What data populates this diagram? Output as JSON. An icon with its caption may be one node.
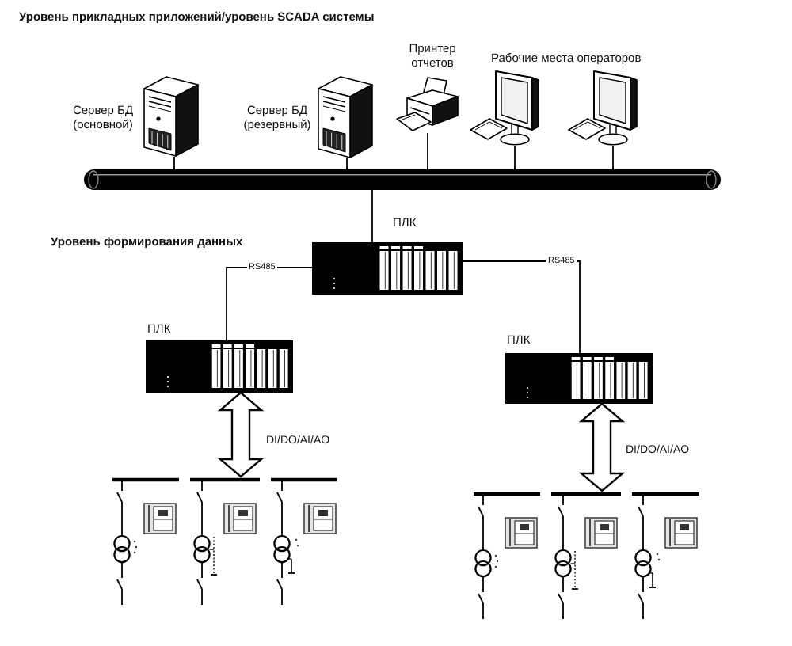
{
  "diagram": {
    "nodes": [
      {
        "text": [],
        "shape": "picture",
        "beside": [
          "Сервер БД (основной)"
        ]
      },
      {
        "text": [],
        "shape": "picture",
        "beside": [
          "Сервер БД (резервный)"
        ]
      },
      {
        "text": [],
        "shape": "picture",
        "beside": [
          "Принтер отчетов"
        ]
      },
      {
        "text": [],
        "shape": "picture"
      },
      {
        "text": [],
        "shape": "picture"
      },
      {
        "text": [],
        "shape": "bar"
      },
      {
        "text": [],
        "shape": "picture",
        "beside": [
          "ПЛК"
        ]
      },
      {
        "text": [],
        "shape": "picture",
        "beside": [
          "ПЛК"
        ]
      },
      {
        "text": [],
        "shape": "picture",
        "beside": [
          "ПЛК"
        ]
      },
      {
        "text": [],
        "shape": "picture"
      },
      {
        "text": [],
        "shape": "picture"
      }
    ],
    "edges": [
      {
        "from": 0,
        "to": 5,
        "arrow": "none"
      },
      {
        "from": 1,
        "to": 5,
        "arrow": "none"
      },
      {
        "from": 2,
        "to": 5,
        "arrow": "none"
      },
      {
        "from": 3,
        "to": 5,
        "arrow": "none"
      },
      {
        "from": 4,
        "to": 5,
        "arrow": "none"
      },
      {
        "from": 5,
        "to": 6,
        "arrow": "none"
      },
      {
        "from": 6,
        "to": 7,
        "arrow": "none",
        "label": "RS485"
      },
      {
        "from": 6,
        "to": 8,
        "arrow": "none",
        "label": "RS485"
      },
      {
        "from": 7,
        "to": 9,
        "arrow": "both",
        "style": "thick",
        "label": "DI/DO/AI/AO"
      },
      {
        "from": 8,
        "to": 10,
        "arrow": "both",
        "style": "thick",
        "label": "DI/DO/AI/AO"
      }
    ],
    "labels": [
      "Уровень прикладных приложений/уровень SCADA системы",
      "Рабочие места операторов",
      "Уровень формирования данных"
    ]
  }
}
